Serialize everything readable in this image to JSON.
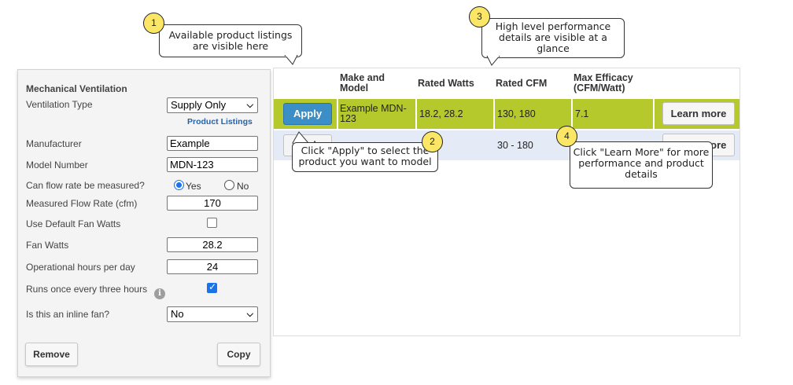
{
  "panel": {
    "title": "Mechanical Ventilation",
    "ventilation_type": {
      "label": "Ventilation Type",
      "value": "Supply Only"
    },
    "product_listings_link": "Product Listings",
    "manufacturer": {
      "label": "Manufacturer",
      "value": "Example"
    },
    "model_number": {
      "label": "Model Number",
      "value": "MDN-123"
    },
    "flow_measured": {
      "label": "Can flow rate be measured?",
      "yes": "Yes",
      "no": "No",
      "selected": "Yes"
    },
    "measured_flow": {
      "label": "Measured Flow Rate (cfm)",
      "value": "170"
    },
    "default_fan_watts": {
      "label": "Use Default Fan Watts",
      "checked": false
    },
    "fan_watts": {
      "label": "Fan Watts",
      "value": "28.2"
    },
    "hours": {
      "label": "Operational hours per day",
      "value": "24"
    },
    "runs_every_three": {
      "label": "Runs once every three hours",
      "checked": true,
      "info_icon": "info-icon"
    },
    "inline_fan": {
      "label": "Is this an inline fan?",
      "value": "No"
    },
    "remove_label": "Remove",
    "copy_label": "Copy"
  },
  "table": {
    "headers": [
      "Make and Model",
      "Rated Watts",
      "Rated CFM",
      "Max Efficacy (CFM/Watt)"
    ],
    "rows": [
      {
        "apply": "Apply",
        "make_model": "Example MDN-123",
        "rated_watts": "18.2, 28.2",
        "rated_cfm": "130, 180",
        "max_efficacy": "7.1",
        "learn": "Learn more",
        "highlight": "#b5c82c"
      },
      {
        "apply": "Apply",
        "make_model": "",
        "rated_watts": "",
        "rated_cfm": "30 - 180",
        "max_efficacy": "",
        "learn": "Learn more",
        "highlight": "#e4ebf7"
      }
    ]
  },
  "callouts": [
    {
      "num": "1",
      "text": "Available product listings are visible here"
    },
    {
      "num": "2",
      "text": "Click \"Apply\" to select the product you want to model"
    },
    {
      "num": "3",
      "text": "High level performance details are visible at a glance"
    },
    {
      "num": "4",
      "text": "Click \"Learn More\" for more performance and product details"
    }
  ],
  "colors": {
    "accent_blue": "#3b8fc6",
    "highlight_row": "#b5c82c",
    "callout_circle": "#fbe765"
  }
}
